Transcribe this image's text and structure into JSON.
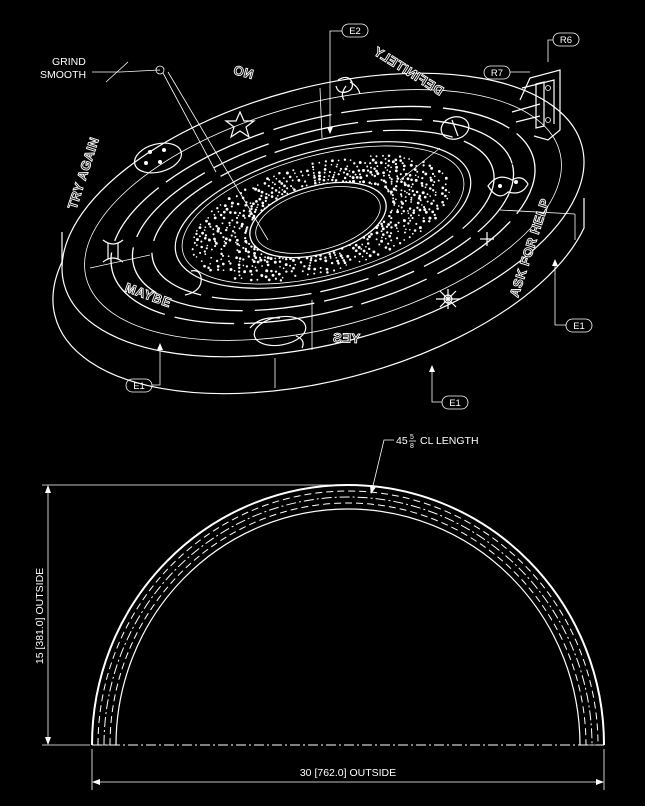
{
  "rim_words": {
    "no": "NO",
    "definitely": "DEFINITELY",
    "ask_for_help": "ASK FOR HELP",
    "yes": "YES",
    "maybe": "MAYBE",
    "try_again": "TRY AGAIN"
  },
  "callouts": {
    "grind_line1": "GRIND",
    "grind_line2": "SMOOTH",
    "e2": "E2",
    "r6": "R6",
    "r7": "R7",
    "e1_right": "E1",
    "e1_bottom": "E1",
    "e1_left": "E1"
  },
  "dimensions": {
    "cl_length_whole": "45",
    "cl_length_num": "5",
    "cl_length_den": "8",
    "cl_length_text": "CL LENGTH",
    "height": "15 [381.0] OUTSIDE",
    "width": "30 [762.0] OUTSIDE"
  }
}
